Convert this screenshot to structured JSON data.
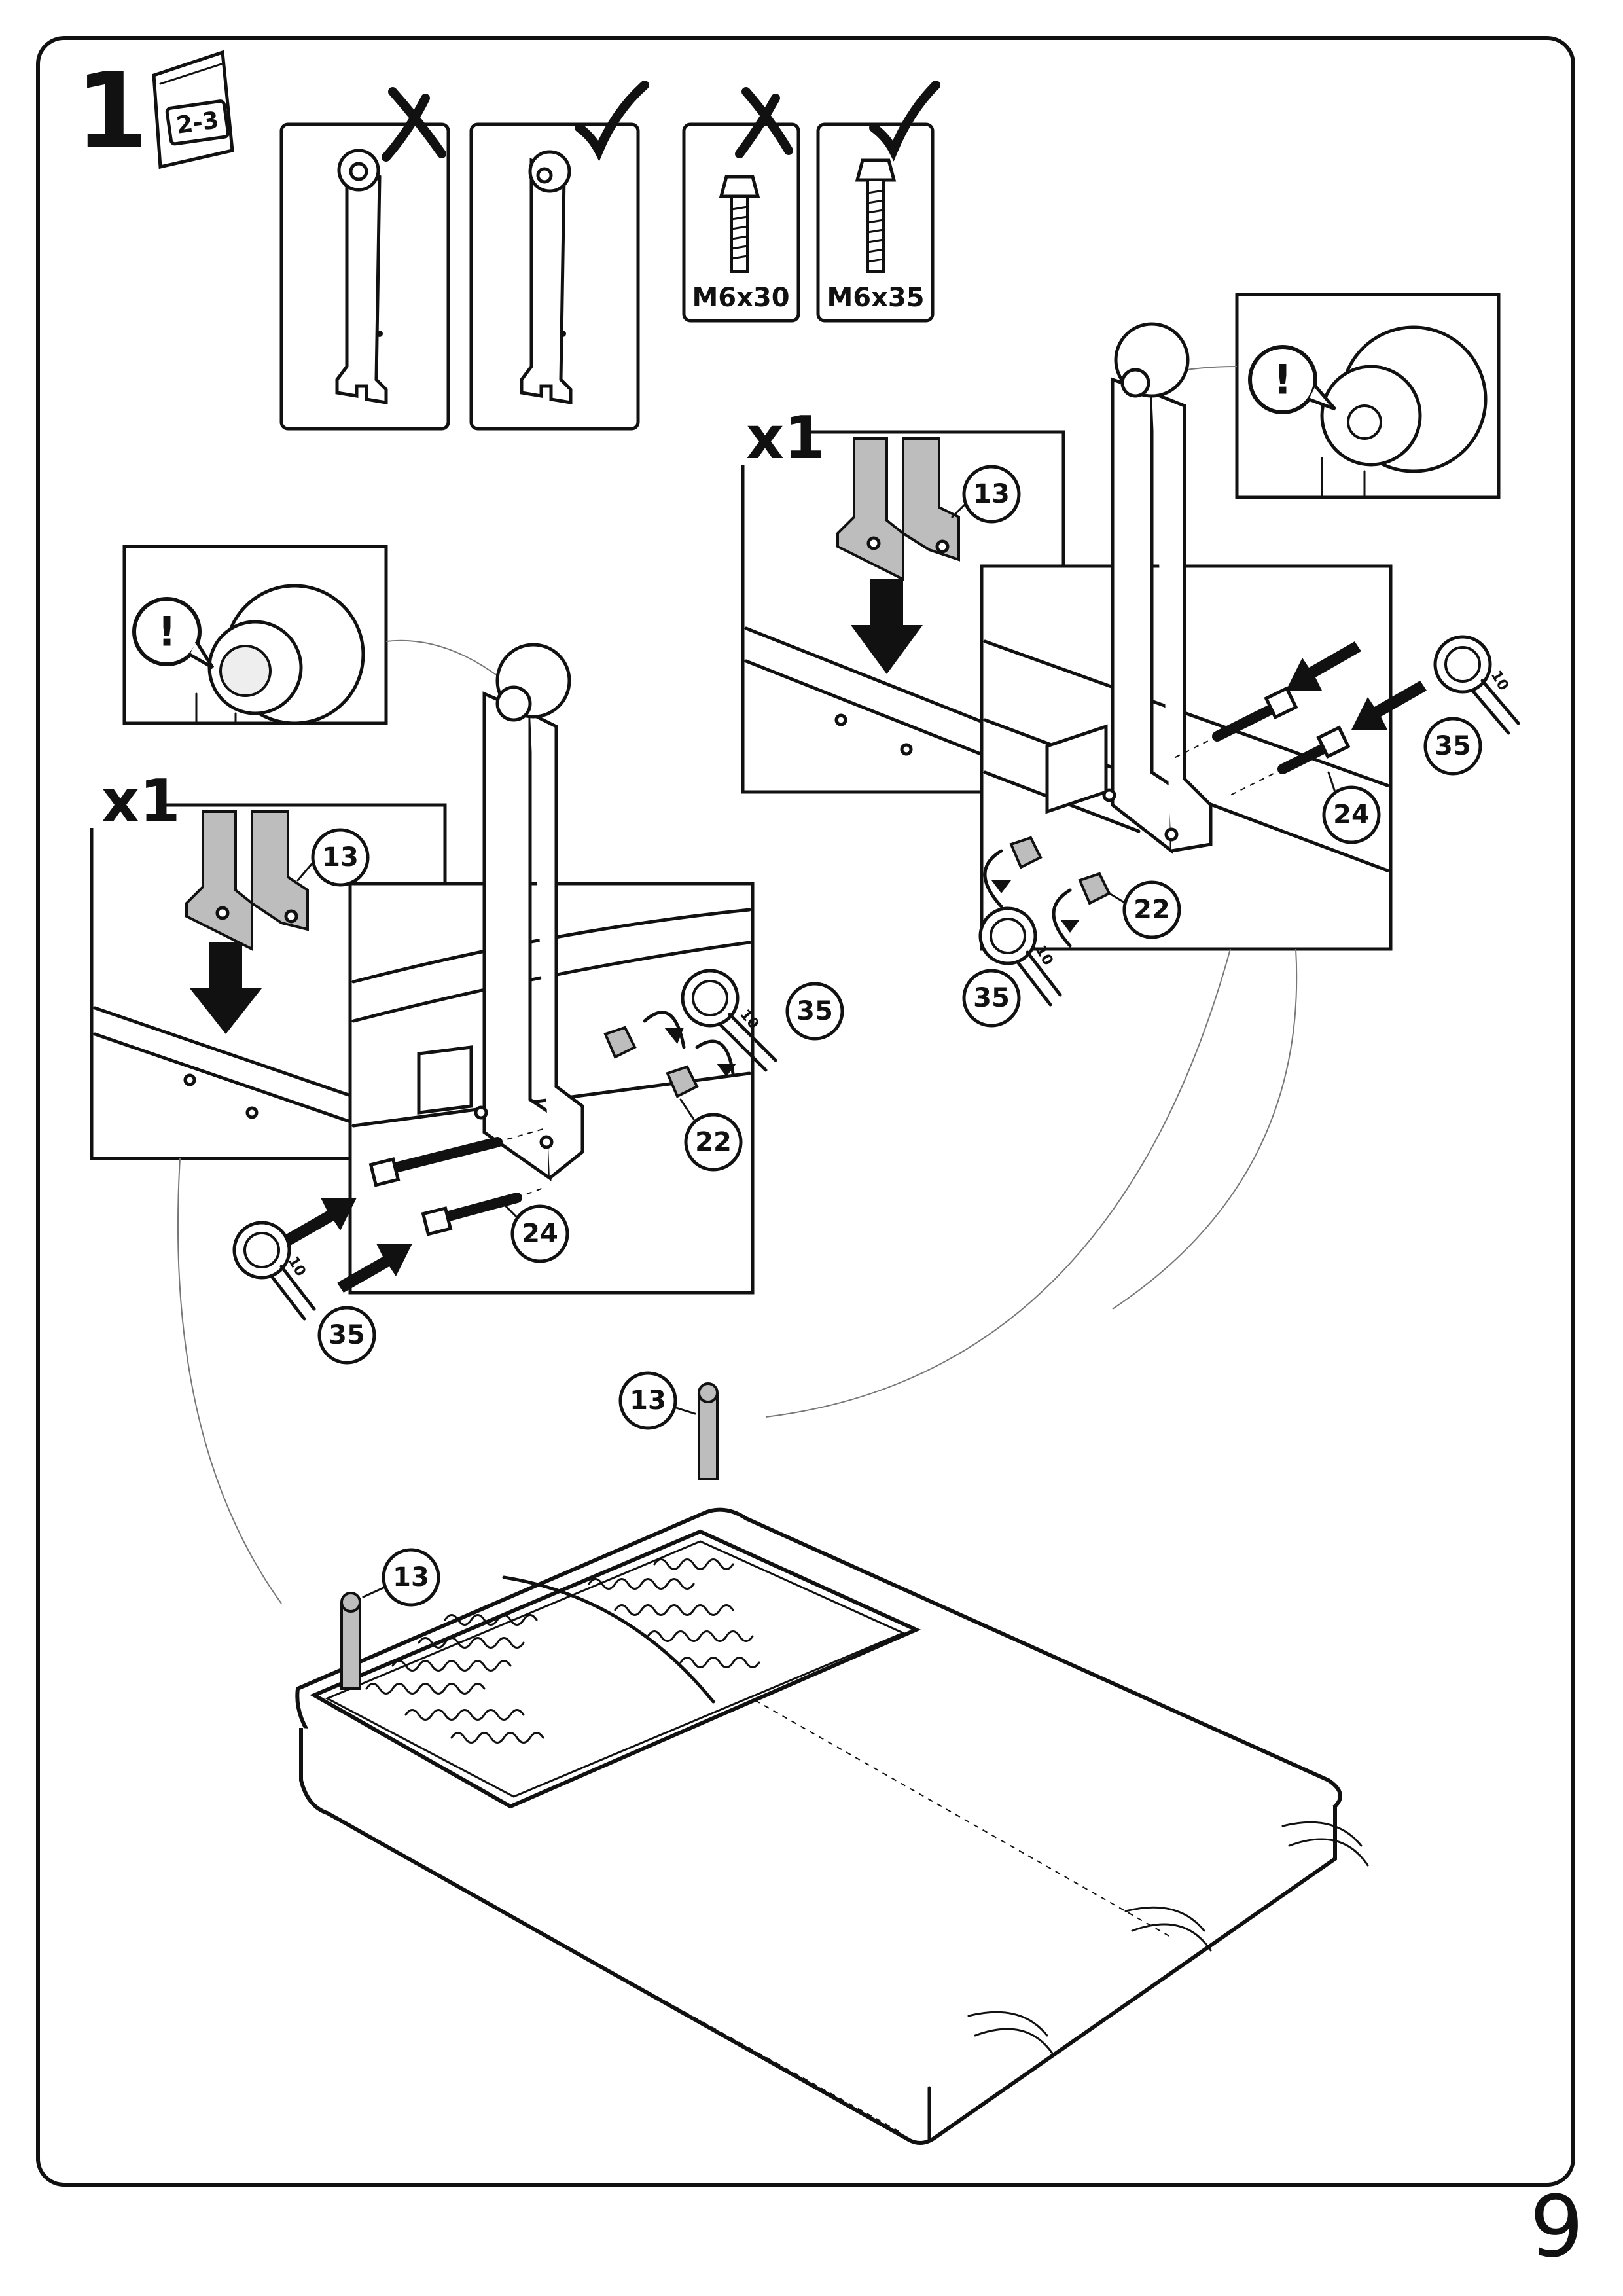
{
  "step": {
    "number": "1",
    "bag_label": "2-3"
  },
  "bolts": {
    "wrong": "M6x30",
    "right": "M6x35"
  },
  "quantity": "x1",
  "parts": {
    "leg": "13",
    "nut": "22",
    "bolt": "24",
    "wrench": "35"
  },
  "wrench_size": "10",
  "attention_mark": "!",
  "page_number": "9"
}
